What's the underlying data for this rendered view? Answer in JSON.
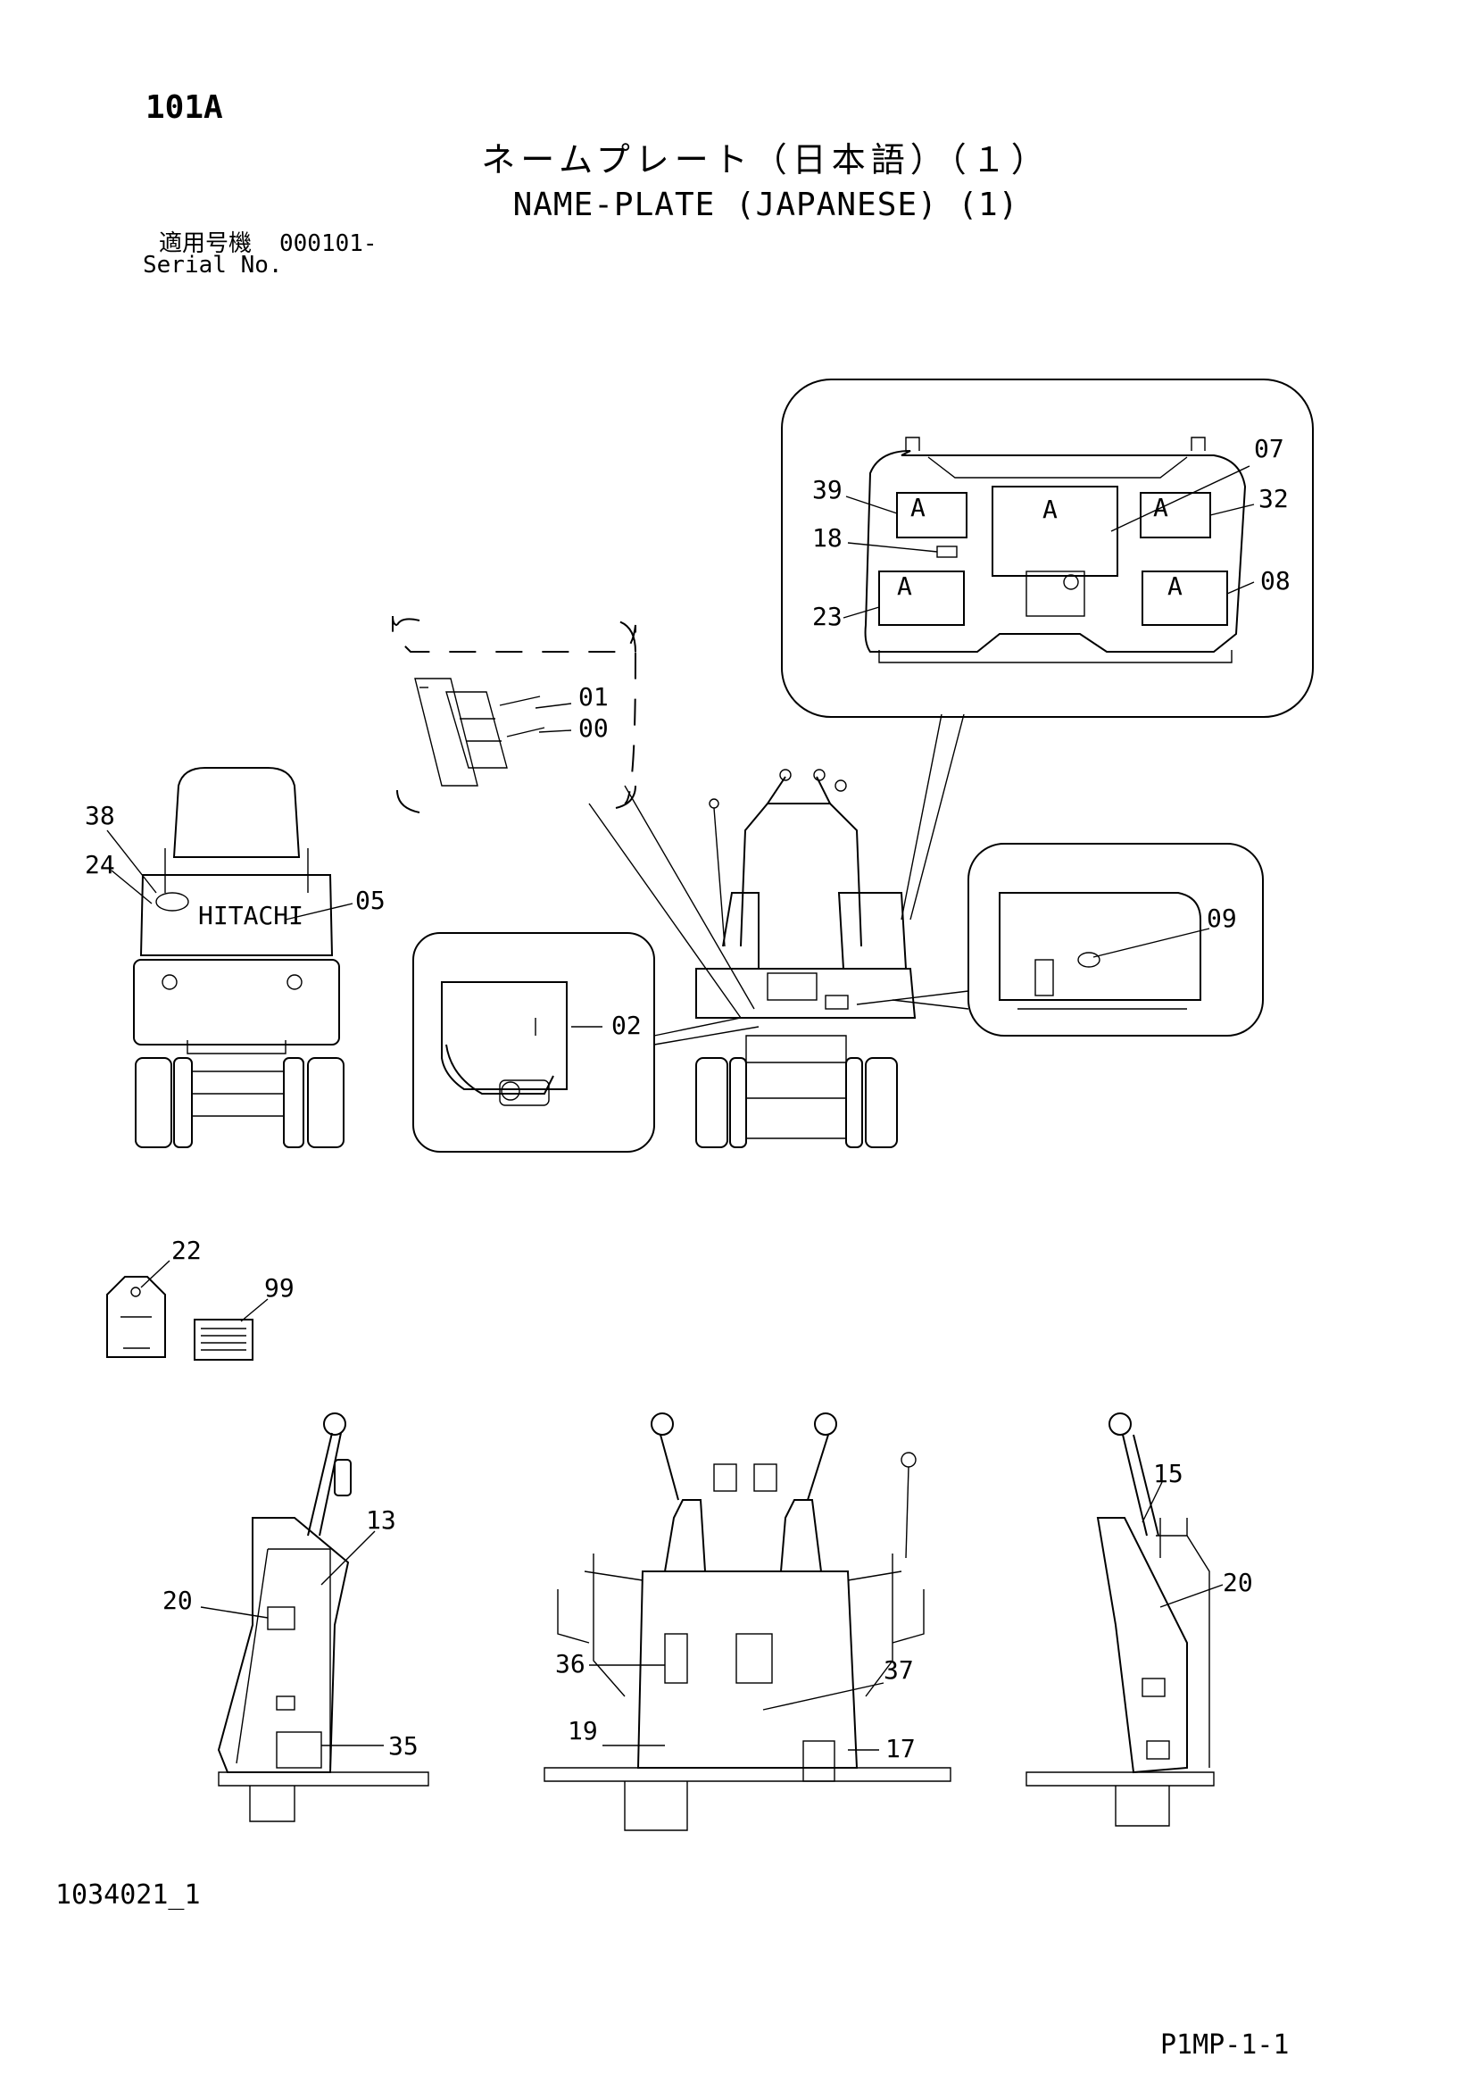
{
  "header": {
    "page_code": "101A",
    "title_jp": "ネームプレート（日本語）（１）",
    "title_en": "NAME-PLATE (JAPANESE) (1)",
    "serial_label_jp": "適用号機",
    "serial_value": "000101-",
    "serial_label_en": "Serial No."
  },
  "footer": {
    "doc_code": "1034021_1",
    "page_ref": "P1MP-1-1"
  },
  "callouts": {
    "c00": "00",
    "c01": "01",
    "c02": "02",
    "c05": "05",
    "c07": "07",
    "c08": "08",
    "c09": "09",
    "c13": "13",
    "c15": "15",
    "c17": "17",
    "c18": "18",
    "c19": "19",
    "c20a": "20",
    "c20b": "20",
    "c22": "22",
    "c23": "23",
    "c24": "24",
    "c32": "32",
    "c35": "35",
    "c36": "36",
    "c37": "37",
    "c38": "38",
    "c39": "39",
    "c99": "99"
  },
  "machine_badge": "HITACHI"
}
